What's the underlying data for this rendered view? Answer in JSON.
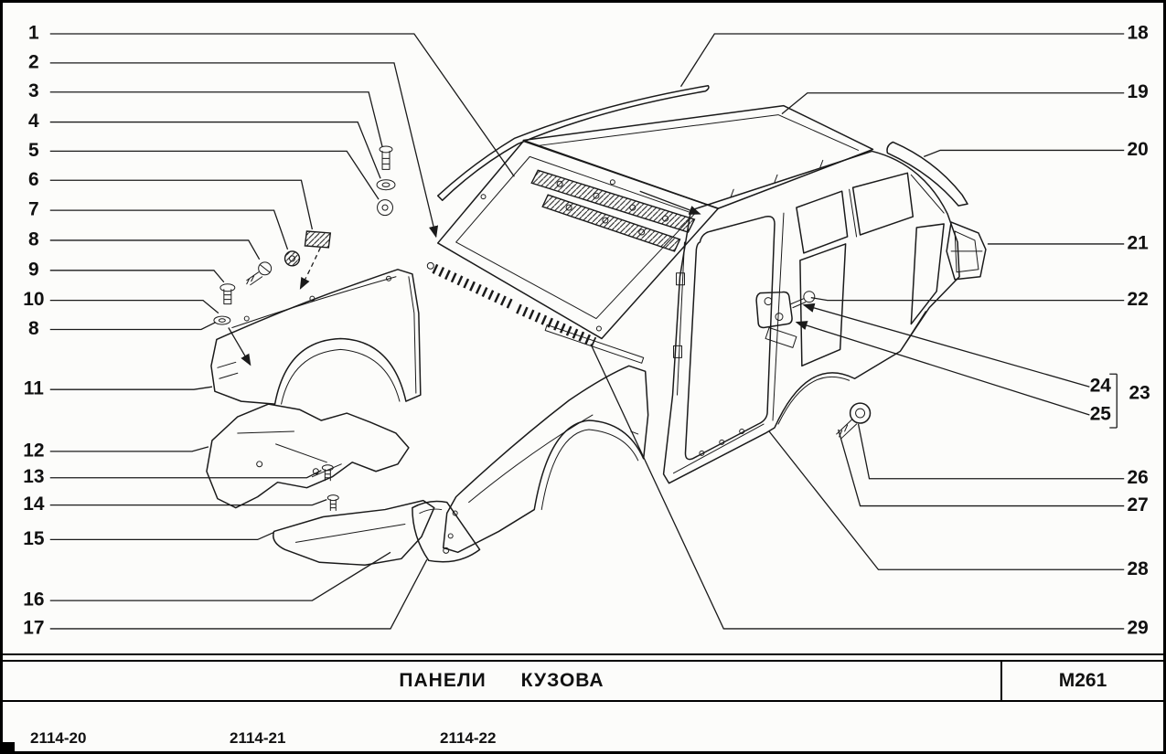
{
  "footer": {
    "title_words": [
      "ПАНЕЛИ",
      "КУЗОВА"
    ],
    "code": "M261",
    "refs": [
      "2114-20",
      "2114-21",
      "2114-22"
    ]
  },
  "callouts": {
    "left": [
      "1",
      "2",
      "3",
      "4",
      "5",
      "6",
      "7",
      "8",
      "9",
      "10",
      "8",
      "11",
      "12",
      "13",
      "14",
      "15",
      "16",
      "17"
    ],
    "right": [
      "18",
      "19",
      "20",
      "21",
      "22",
      "24",
      "25",
      "23",
      "26",
      "27",
      "28",
      "29"
    ]
  },
  "colors": {
    "ink": "#1a1a1a",
    "paper": "#fcfcfa"
  }
}
